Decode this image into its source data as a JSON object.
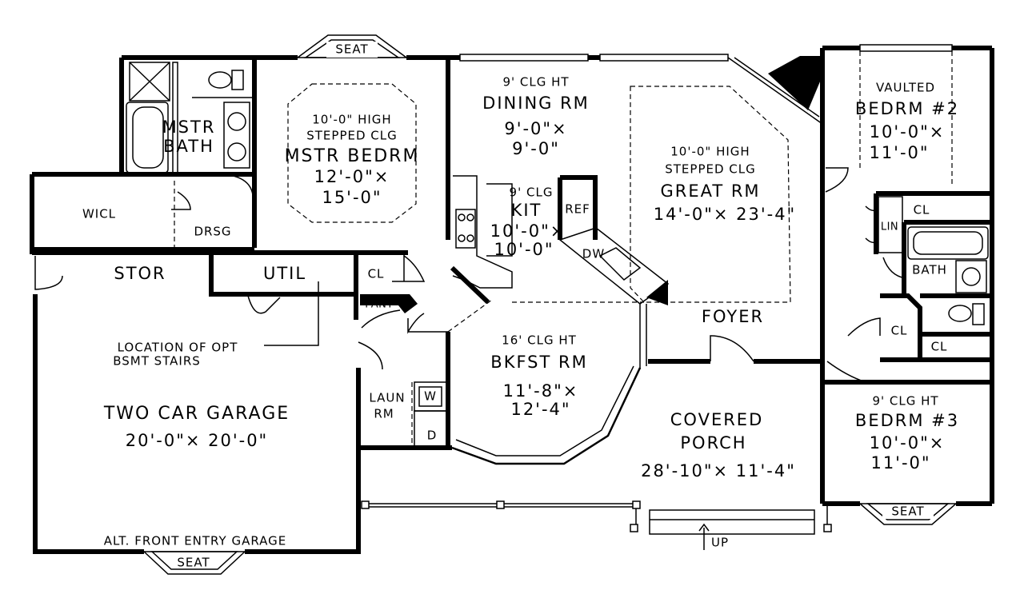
{
  "plan": {
    "rooms": {
      "master_bath": {
        "line1": "MSTR",
        "line2": "BATH"
      },
      "master_bedroom": {
        "note1": "10'-0\" HIGH",
        "note2": "STEPPED CLG",
        "name": "MSTR BEDRM",
        "dim1": "12'-0\"×",
        "dim2": "15'-0\""
      },
      "wicl": {
        "name": "WICL"
      },
      "drsg": {
        "name": "DRSG"
      },
      "stor": {
        "name": "STOR"
      },
      "util": {
        "name": "UTIL"
      },
      "dining": {
        "note": "9' CLG HT",
        "name": "DINING RM",
        "dim1": "9'-0\"×",
        "dim2": "9'-0\""
      },
      "kitchen": {
        "note": "9' CLG",
        "name": "KIT",
        "dim1": "10'-0\"×",
        "dim2": "10'-0\""
      },
      "great": {
        "note1": "10'-0\" HIGH",
        "note2": "STEPPED CLG",
        "name": "GREAT RM",
        "dim": "14'-0\"× 23'-4\""
      },
      "bedroom2": {
        "note": "VAULTED",
        "name": "BEDRM #2",
        "dim1": "10'-0\"×",
        "dim2": "11'-0\""
      },
      "bedroom3": {
        "note": "9' CLG HT",
        "name": "BEDRM #3",
        "dim1": "10'-0\"×",
        "dim2": "11'-0\""
      },
      "breakfast": {
        "note": "16' CLG HT",
        "name": "BKFST RM",
        "dim1": "11'-8\"×",
        "dim2": "12'-4\""
      },
      "porch": {
        "line1": "COVERED",
        "line2": "PORCH",
        "dim": "28'-10\"× 11'-4\""
      },
      "garage": {
        "name": "TWO CAR GARAGE",
        "dim": "20'-0\"× 20'-0\"",
        "alt": "ALT. FRONT ENTRY GARAGE"
      },
      "laundry": {
        "line1": "LAUN",
        "line2": "RM",
        "washer": "W",
        "dryer": "D"
      },
      "foyer": {
        "name": "FOYER"
      },
      "bath": {
        "name": "BATH"
      }
    },
    "labels": {
      "seat_top": "SEAT",
      "seat_garage": "SEAT",
      "seat_bedroom3": "SEAT",
      "cl_util": "CL",
      "cl_bed2": "CL",
      "cl_hall": "CL",
      "cl_bed3": "CL",
      "lin": "LIN",
      "pant": "PANT",
      "ref": "REF",
      "dw": "DW",
      "up": "UP",
      "bsmt_note_line1": "LOCATION OF OPT",
      "bsmt_note_line2": "BSMT STAIRS"
    }
  }
}
